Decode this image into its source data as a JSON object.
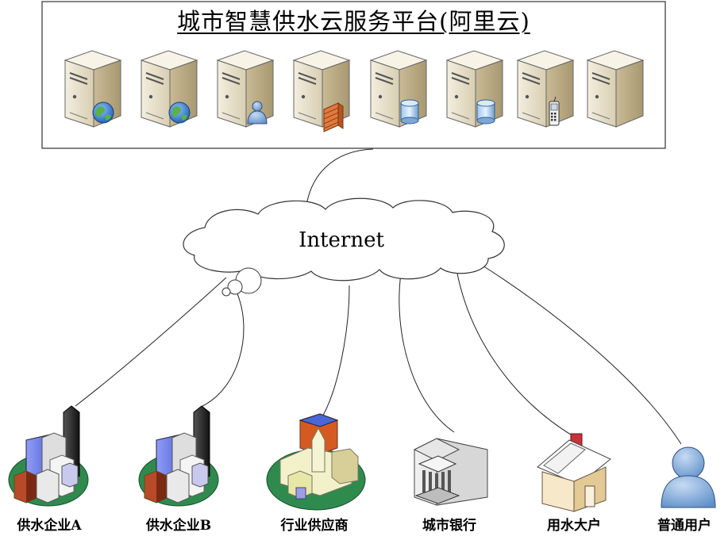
{
  "platform": {
    "title": "城市智慧供水云服务平台(阿里云)"
  },
  "servers": [
    {
      "icon": "web-server-icon"
    },
    {
      "icon": "web-server-icon"
    },
    {
      "icon": "user-server-icon"
    },
    {
      "icon": "firewall-server-icon"
    },
    {
      "icon": "database-server-icon"
    },
    {
      "icon": "database-server-icon"
    },
    {
      "icon": "mobile-server-icon"
    },
    {
      "icon": "server-icon"
    }
  ],
  "network": {
    "label": "Internet"
  },
  "clients": [
    {
      "label": "供水企业A",
      "icon": "city-buildings-icon"
    },
    {
      "label": "供水企业B",
      "icon": "city-buildings-icon"
    },
    {
      "label": "行业供应商",
      "icon": "church-buildings-icon"
    },
    {
      "label": "城市银行",
      "icon": "bank-icon"
    },
    {
      "label": "用水大户",
      "icon": "house-icon"
    },
    {
      "label": "普通用户",
      "icon": "person-icon"
    }
  ],
  "colors": {
    "server_body": "#e8e0cc",
    "server_dark": "#b9ab88",
    "globe_blue": "#3a7fd0",
    "globe_green": "#5bb04a",
    "building_blue": "#6c7fe8",
    "green_base": "#2f8a4e",
    "user_blue": "#8aaed8"
  }
}
